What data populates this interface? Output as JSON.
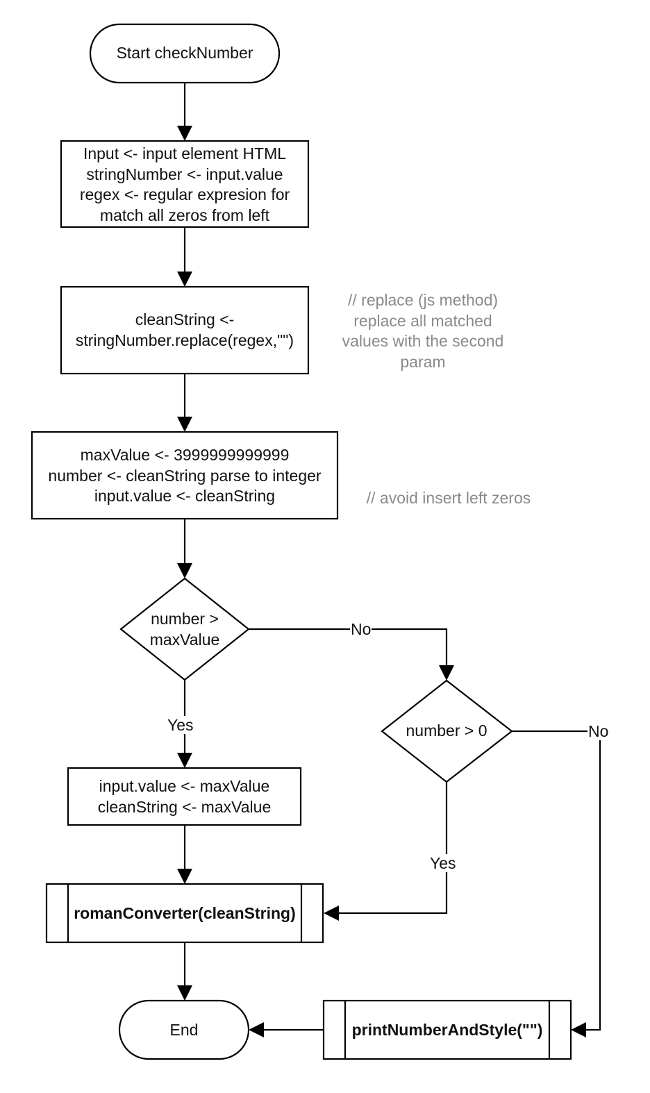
{
  "flowchart": {
    "start": "Start checkNumber",
    "init": "Input <- input element HTML\nstringNumber <- input.value\nregex <- regular expresion for\nmatch all zeros from left",
    "clean": "cleanString <-\nstringNumber.replace(regex,\"\")",
    "clean_comment": "// replace (js method)\nreplace all matched\nvalues with the second\nparam",
    "assign": "maxValue <- 3999999999999\nnumber <- cleanString parse to integer\ninput.value <- cleanString",
    "assign_comment": "// avoid insert left zeros",
    "decision_max": "number >\nmaxValue",
    "decision_max_no": "No",
    "decision_max_yes": "Yes",
    "decision_zero": "number > 0",
    "decision_zero_no": "No",
    "decision_zero_yes": "Yes",
    "set_max": "input.value <- maxValue\ncleanString <- maxValue",
    "convert": "romanConverter(cleanString)",
    "print": "printNumberAndStyle(\"\")",
    "end": "End"
  }
}
